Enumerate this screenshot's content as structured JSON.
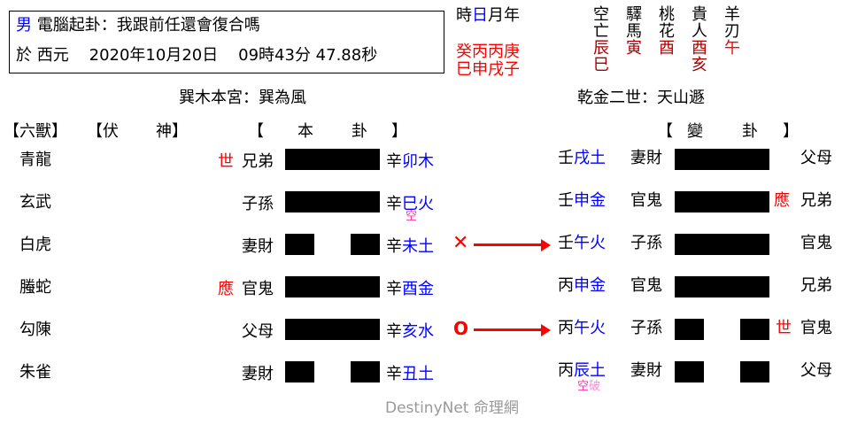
{
  "header": {
    "gender": "男",
    "method_title": "電腦起卦：我跟前任還會復合嗎",
    "date_prefix": "於 西元",
    "date": "2020年10月20日",
    "time": "09時43分 47.88秒"
  },
  "pillars": {
    "label_shi": "時",
    "label_ri": "日",
    "label_yueyear": "月年",
    "stems": "癸丙丙庚",
    "branches": "巳申戌子"
  },
  "shensha": {
    "columns": [
      {
        "name1": "空",
        "name2": "亡",
        "val1": "辰",
        "val2": "巳"
      },
      {
        "name1": "驛",
        "name2": "馬",
        "val1": "寅",
        "val2": ""
      },
      {
        "name1": "桃",
        "name2": "花",
        "val1": "酉",
        "val2": ""
      },
      {
        "name1": "貴",
        "name2": "人",
        "val1": "酉",
        "val2": "亥"
      },
      {
        "name1": "羊",
        "name2": "刃",
        "val1": "午",
        "val2": ""
      }
    ]
  },
  "hexagrams": {
    "main_title": "巽木本宮：巽為風",
    "changed_title": "乾金二世：天山遯"
  },
  "column_headers": {
    "liushou": "【六獸】",
    "fushen_open": "【伏",
    "fushen_close": "神】",
    "main_open": "【",
    "main_ben": "本",
    "main_gua": "卦",
    "main_close": "】",
    "changed_open": "【",
    "changed_bian": "變",
    "changed_gua": "卦",
    "changed_close": "】"
  },
  "lines": [
    {
      "beast": "青龍",
      "marker": "世",
      "relative": "兄弟",
      "type": "yang",
      "stem": "辛",
      "branch": "卯木",
      "note": "",
      "move": "",
      "c_stem": "壬",
      "c_branch": "戌土",
      "c_relative": "妻財",
      "c_type": "yang",
      "c_marker": "",
      "c_fushen": "父母",
      "c_note": ""
    },
    {
      "beast": "玄武",
      "marker": "",
      "relative": "子孫",
      "type": "yang",
      "stem": "辛",
      "branch": "巳火",
      "note": "空",
      "move": "",
      "c_stem": "壬",
      "c_branch": "申金",
      "c_relative": "官鬼",
      "c_type": "yang",
      "c_marker": "應",
      "c_fushen": "兄弟",
      "c_note": ""
    },
    {
      "beast": "白虎",
      "marker": "",
      "relative": "妻財",
      "type": "yin",
      "stem": "辛",
      "branch": "未土",
      "note": "",
      "move": "✕",
      "c_stem": "壬",
      "c_branch": "午火",
      "c_relative": "子孫",
      "c_type": "yang",
      "c_marker": "",
      "c_fushen": "官鬼",
      "c_note": ""
    },
    {
      "beast": "螣蛇",
      "marker": "應",
      "relative": "官鬼",
      "type": "yang",
      "stem": "辛",
      "branch": "酉金",
      "note": "",
      "move": "",
      "c_stem": "丙",
      "c_branch": "申金",
      "c_relative": "官鬼",
      "c_type": "yang",
      "c_marker": "",
      "c_fushen": "兄弟",
      "c_note": ""
    },
    {
      "beast": "勾陳",
      "marker": "",
      "relative": "父母",
      "type": "yang",
      "stem": "辛",
      "branch": "亥水",
      "note": "",
      "move": "O",
      "c_stem": "丙",
      "c_branch": "午火",
      "c_relative": "子孫",
      "c_type": "yin",
      "c_marker": "世",
      "c_fushen": "官鬼",
      "c_note": ""
    },
    {
      "beast": "朱雀",
      "marker": "",
      "relative": "妻財",
      "type": "yin",
      "stem": "辛",
      "branch": "丑土",
      "note": "",
      "move": "",
      "c_stem": "丙",
      "c_branch": "辰土",
      "c_relative": "妻財",
      "c_type": "yin",
      "c_marker": "",
      "c_fushen": "父母",
      "c_note_kong": "空",
      "c_note_po": "破"
    }
  ],
  "footer": {
    "watermark": "DestinyNet 命理網"
  },
  "colors": {
    "red": "#ff0000",
    "dark_red": "#aa0000",
    "blue": "#0000ff",
    "pink": "#ff33aa",
    "watermark": "#999999"
  }
}
